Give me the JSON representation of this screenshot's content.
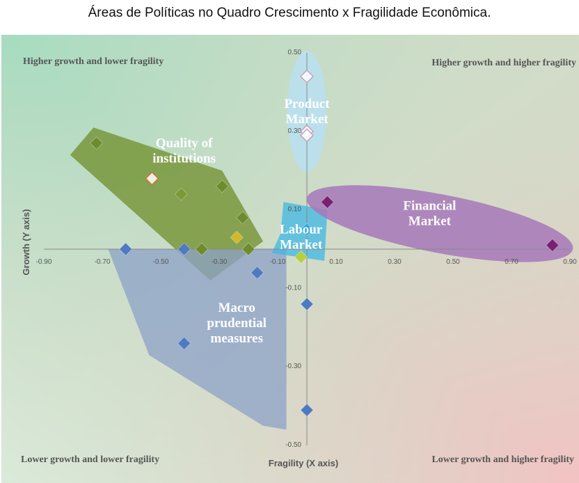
{
  "title": "Áreas de Políticas no Quadro Crescimento x Fragilidade Econômica.",
  "quadrants": {
    "top_left": "Higher growth and lower fragility",
    "top_right": "Higher growth and higher fragility",
    "bottom_left": "Lower growth and lower fragility",
    "bottom_right": "Lower growth and higher fragility"
  },
  "background_colors": {
    "top_left": "#a6dcc0",
    "top_right": "#d1dcc8",
    "bottom_left": "#dcebdc",
    "bottom_right": "#f2c3c3"
  },
  "chart_data": {
    "type": "scatter",
    "xlabel": "Fragility (X axis)",
    "ylabel": "Growth (Y axis)",
    "xlim": [
      -0.9,
      0.9
    ],
    "ylim": [
      -0.5,
      0.5
    ],
    "x_ticks": [
      "-0.90",
      "-0.70",
      "-0.50",
      "-0.30",
      "-0.10",
      "0.10",
      "0.30",
      "0.50",
      "0.70",
      "0.90"
    ],
    "y_ticks": [
      "0.50",
      "0.30",
      "0.10",
      "-0.10",
      "-0.30",
      "-0.50"
    ],
    "groups": [
      {
        "name": "Quality of institutions",
        "label_lines": [
          "Quality of",
          "institutions"
        ],
        "color": "#7f9c3c",
        "fill": "#6f8f29",
        "hull": [
          [
            -0.81,
            0.24
          ],
          [
            -0.73,
            0.31
          ],
          [
            -0.29,
            0.2
          ],
          [
            -0.15,
            0.02
          ],
          [
            -0.33,
            -0.08
          ]
        ],
        "points": [
          {
            "x": -0.72,
            "y": 0.27,
            "marker": "filled",
            "color": "#6e8c2e"
          },
          {
            "x": -0.53,
            "y": 0.18,
            "marker": "hollow",
            "color": "#d0723a"
          },
          {
            "x": -0.43,
            "y": 0.14,
            "marker": "filled",
            "color": "#7b9a35"
          },
          {
            "x": -0.29,
            "y": 0.16,
            "marker": "filled",
            "color": "#6e8c2e"
          },
          {
            "x": -0.22,
            "y": 0.08,
            "marker": "filled",
            "color": "#6e8c2e"
          },
          {
            "x": -0.24,
            "y": 0.03,
            "marker": "filled",
            "color": "#d4b82a"
          },
          {
            "x": -0.36,
            "y": 0.0,
            "marker": "filled",
            "color": "#6e8c2e"
          },
          {
            "x": -0.2,
            "y": 0.0,
            "marker": "filled",
            "color": "#6e8c2e"
          }
        ]
      },
      {
        "name": "Macro prudential measures",
        "label_lines": [
          "Macro",
          "prudential",
          "measures"
        ],
        "color": "#4f79c2",
        "fill": "#8ca2c8",
        "hull": [
          [
            -0.68,
            0.0
          ],
          [
            -0.07,
            0.0
          ],
          [
            -0.07,
            -0.46
          ],
          [
            -0.15,
            -0.45
          ],
          [
            -0.54,
            -0.27
          ]
        ],
        "points": [
          {
            "x": -0.62,
            "y": 0.0,
            "marker": "filled",
            "color": "#4f79c2"
          },
          {
            "x": -0.42,
            "y": 0.0,
            "marker": "filled",
            "color": "#4f79c2"
          },
          {
            "x": -0.17,
            "y": -0.06,
            "marker": "filled",
            "color": "#4f79c2"
          },
          {
            "x": 0.0,
            "y": -0.14,
            "marker": "filled",
            "color": "#4f79c2"
          },
          {
            "x": -0.42,
            "y": -0.24,
            "marker": "filled",
            "color": "#4f79c2"
          },
          {
            "x": 0.0,
            "y": -0.41,
            "marker": "filled",
            "color": "#4f79c2"
          }
        ]
      },
      {
        "name": "Labour Market",
        "label_lines": [
          "Labour",
          "Market"
        ],
        "color": "#2aa9e0",
        "fill": "#3fb8e4",
        "hull": [
          [
            -0.08,
            0.12
          ],
          [
            0.07,
            0.1
          ],
          [
            0.06,
            -0.03
          ],
          [
            -0.12,
            -0.01
          ],
          [
            -0.09,
            0.04
          ]
        ],
        "points": [
          {
            "x": 0.0,
            "y": 0.05,
            "marker": "filled",
            "color": "#2aa9e0"
          },
          {
            "x": -0.02,
            "y": -0.02,
            "marker": "filled",
            "color": "#b7cf3a"
          }
        ]
      },
      {
        "name": "Product Market",
        "label_lines": [
          "Product",
          "Market"
        ],
        "color": "#f0f4ff",
        "fill": "#b8e0f2",
        "hull": [],
        "points": [
          {
            "x": 0.0,
            "y": 0.44,
            "marker": "hollow",
            "color": "#c8a2b8"
          },
          {
            "x": 0.0,
            "y": 0.3,
            "marker": "hollow",
            "color": "#c8a2b8"
          },
          {
            "x": 0.0,
            "y": 0.29,
            "marker": "hollow",
            "color": "#c8a2b8"
          }
        ]
      },
      {
        "name": "Financial Market",
        "label_lines": [
          "Financial",
          "Market"
        ],
        "color": "#7a1f72",
        "fill": "#a678b8",
        "hull": [],
        "points": [
          {
            "x": 0.07,
            "y": 0.12,
            "marker": "filled",
            "color": "#7a1f72"
          },
          {
            "x": 0.84,
            "y": 0.01,
            "marker": "filled",
            "color": "#7a1f72"
          }
        ]
      }
    ]
  }
}
